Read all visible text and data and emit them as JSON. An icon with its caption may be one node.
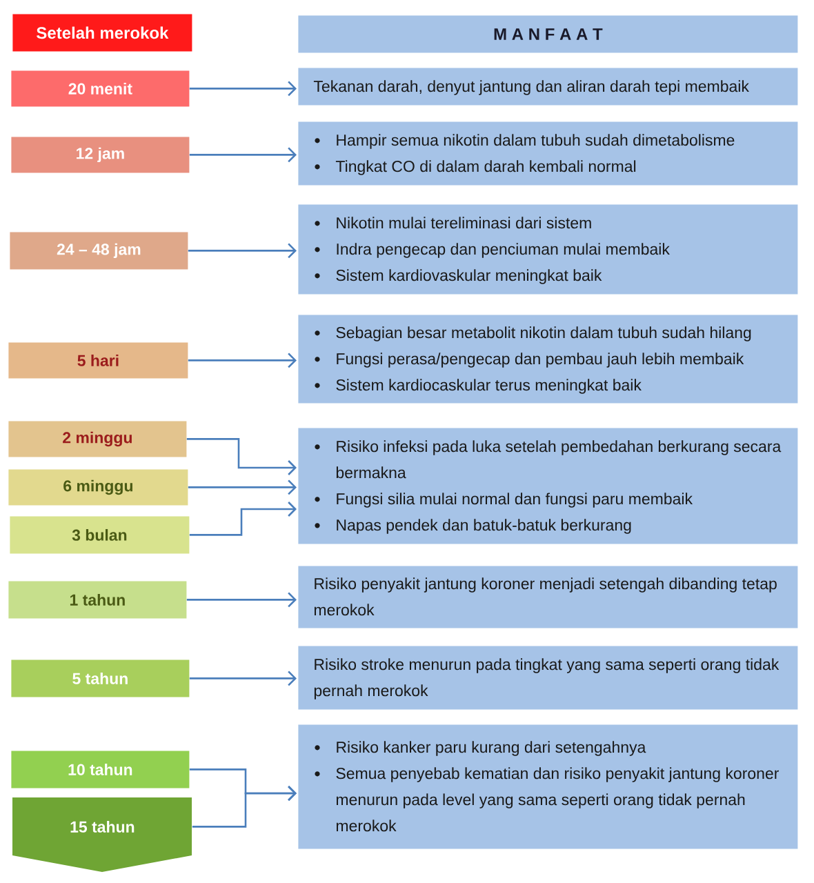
{
  "diagram": {
    "nodes": [
      {
        "text": [
          "Setelah merokok"
        ]
      },
      {
        "text": [
          "M A N F A A T"
        ]
      },
      {
        "text": [
          "20 menit"
        ]
      },
      {
        "text": [
          "Tekanan darah, denyut jantung dan aliran darah tepi membaik"
        ]
      },
      {
        "text": [
          "12 jam"
        ]
      },
      {
        "text": [
          "Hampir semua nikotin dalam tubuh sudah dimetabolisme",
          "Tingkat CO di dalam darah kembali normal"
        ]
      },
      {
        "text": [
          "24 – 48 jam"
        ]
      },
      {
        "text": [
          "Nikotin mulai tereliminasi dari sistem",
          "Indra pengecap dan penciuman mulai membaik",
          "Sistem kardiovaskular meningkat baik"
        ]
      },
      {
        "text": [
          "5 hari"
        ]
      },
      {
        "text": [
          "Sebagian besar metabolit nikotin dalam tubuh sudah hilang",
          "Fungsi perasa/pengecap dan pembau jauh lebih membaik",
          "Sistem kardiocaskular terus meningkat baik"
        ]
      },
      {
        "text": [
          "2 minggu"
        ]
      },
      {
        "text": [
          "6 minggu"
        ]
      },
      {
        "text": [
          "3 bulan"
        ]
      },
      {
        "text": [
          "Risiko infeksi pada luka setelah pembedahan berkurang secara bermakna",
          "Fungsi silia mulai normal dan fungsi paru membaik",
          "Napas pendek dan batuk-batuk berkurang"
        ]
      },
      {
        "text": [
          "1 tahun"
        ]
      },
      {
        "text": [
          "Risiko penyakit jantung koroner menjadi setengah dibanding tetap merokok"
        ]
      },
      {
        "text": [
          "5 tahun"
        ]
      },
      {
        "text": [
          "Risiko stroke menurun pada tingkat yang sama seperti orang tidak pernah merokok"
        ]
      },
      {
        "text": [
          "10 tahun"
        ]
      },
      {
        "text": [
          "15 tahun"
        ]
      },
      {
        "text": [
          "Risiko kanker paru kurang dari setengahnya",
          "Semua penyebab kematian dan risiko penyakit jantung koroner menurun pada level yang sama seperti orang tidak pernah merokok"
        ]
      }
    ],
    "edges": [
      {
        "from": 2,
        "to": 3,
        "arrow": "to"
      },
      {
        "from": 4,
        "to": 5,
        "arrow": "to"
      },
      {
        "from": 6,
        "to": 7,
        "arrow": "to"
      },
      {
        "from": 8,
        "to": 9,
        "arrow": "to"
      },
      {
        "from": 10,
        "to": 13,
        "arrow": "to"
      },
      {
        "from": 11,
        "to": 13,
        "arrow": "to"
      },
      {
        "from": 12,
        "to": 13,
        "arrow": "to"
      },
      {
        "from": 14,
        "to": 15,
        "arrow": "to"
      },
      {
        "from": 16,
        "to": 17,
        "arrow": "to"
      },
      {
        "from": 18,
        "to": 20,
        "arrow": "to"
      },
      {
        "from": 19,
        "to": 20,
        "arrow": "to"
      }
    ]
  }
}
